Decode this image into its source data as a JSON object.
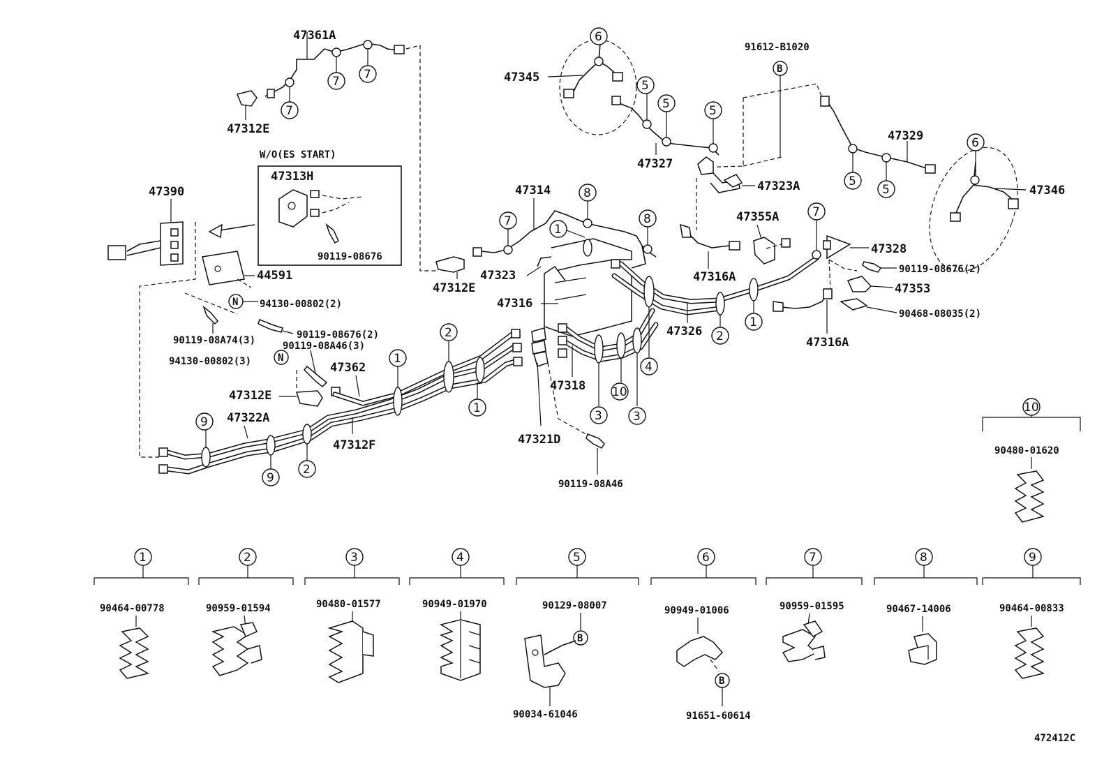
{
  "diagram_id": "472412C",
  "variant_box_label": "W/O(ES START)",
  "part_labels": {
    "p47361A": "47361A",
    "p47312E_a": "47312E",
    "p47390": "47390",
    "p47313H": "47313H",
    "p90119_08676_box": "90119-08676",
    "p44591": "44591",
    "p94130_00802_2": "94130-00802(2)",
    "p90119_08A74_3": "90119-08A74(3)",
    "p90119_08676_2_l": "90119-08676(2)",
    "p90119_08A46_3": "90119-08A46(3)",
    "p94130_00802_3": "94130-00802(3)",
    "p47362": "47362",
    "p47312E_b": "47312E",
    "p47322A": "47322A",
    "p47312F": "47312F",
    "p47345": "47345",
    "p47327": "47327",
    "p91612_B1020": "91612-B1020",
    "p47329": "47329",
    "p47346": "47346",
    "p47323A": "47323A",
    "p47314": "47314",
    "p47312E_c": "47312E",
    "p47323": "47323",
    "p47316": "47316",
    "p47355A": "47355A",
    "p47316A_a": "47316A",
    "p47328": "47328",
    "p90119_08676_2_r": "90119-08676(2)",
    "p47353": "47353",
    "p90468_08035_2": "90468-08035(2)",
    "p47316A_b": "47316A",
    "p47326": "47326",
    "p47318": "47318",
    "p47321D": "47321D",
    "p90119_08A46": "90119-08A46"
  },
  "markers": {
    "n": "N",
    "b": "B",
    "c1": "1",
    "c2": "2",
    "c3": "3",
    "c4": "4",
    "c5": "5",
    "c6": "6",
    "c7": "7",
    "c8": "8",
    "c9": "9",
    "c10": "10"
  },
  "legend": [
    {
      "num": "1",
      "part": "90464-00778"
    },
    {
      "num": "2",
      "part": "90959-01594"
    },
    {
      "num": "3",
      "part": "90480-01577"
    },
    {
      "num": "4",
      "part": "90949-01970"
    },
    {
      "num": "5",
      "part": "90129-08007",
      "extra_top": "B",
      "extra_bottom": "90034-61046"
    },
    {
      "num": "6",
      "part": "90949-01006",
      "extra_top": "B",
      "extra_bottom": "91651-60614"
    },
    {
      "num": "7",
      "part": "90959-01595"
    },
    {
      "num": "8",
      "part": "90467-14006"
    },
    {
      "num": "9",
      "part": "90464-00833"
    },
    {
      "num": "10",
      "part": "90480-01620"
    }
  ]
}
